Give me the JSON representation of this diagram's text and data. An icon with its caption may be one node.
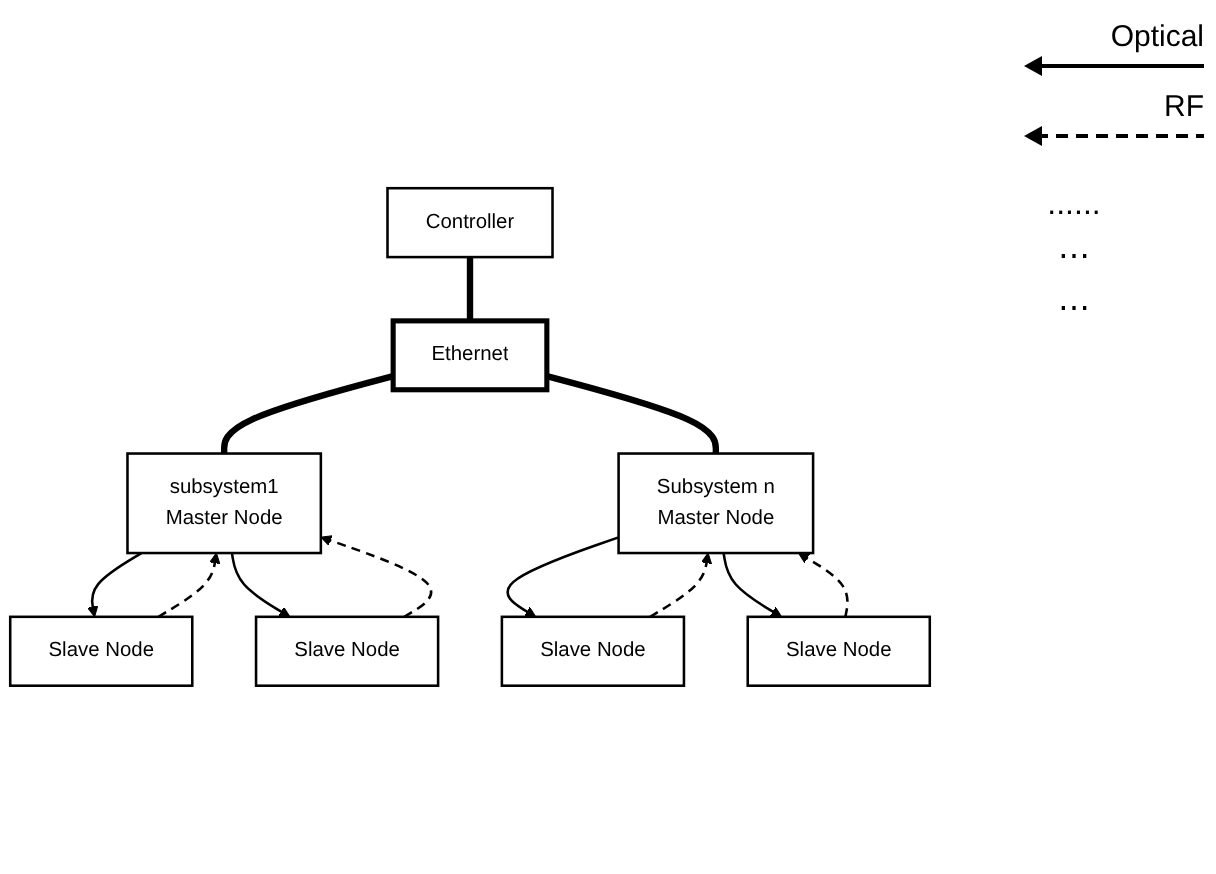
{
  "diagram": {
    "nodes": [
      {
        "text": [
          "Controller"
        ]
      },
      {
        "text": [
          "Ethernet"
        ]
      },
      {
        "text": [
          "subsystem1",
          "Master Node"
        ]
      },
      {
        "text": [
          "Subsystem n",
          "Master Node"
        ]
      },
      {
        "text": [
          "Slave Node"
        ]
      },
      {
        "text": [
          "Slave Node"
        ]
      },
      {
        "text": [
          "Slave Node"
        ]
      },
      {
        "text": [
          "Slave Node"
        ]
      }
    ],
    "edges": [
      {
        "from": 0,
        "to": 1,
        "arrow": "none",
        "style": "thick"
      },
      {
        "from": 1,
        "to": 2,
        "arrow": "none",
        "style": "thick"
      },
      {
        "from": 1,
        "to": 3,
        "arrow": "none",
        "style": "thick"
      },
      {
        "from": 4,
        "to": 2,
        "arrow": "to",
        "style": "dashed"
      },
      {
        "from": 2,
        "to": 4,
        "arrow": "to"
      },
      {
        "from": 5,
        "to": 2,
        "arrow": "to",
        "style": "dashed"
      },
      {
        "from": 2,
        "to": 5,
        "arrow": "to"
      },
      {
        "from": 6,
        "to": 3,
        "arrow": "to",
        "style": "dashed"
      },
      {
        "from": 3,
        "to": 6,
        "arrow": "to"
      },
      {
        "from": 7,
        "to": 3,
        "arrow": "to",
        "style": "dashed"
      },
      {
        "from": 3,
        "to": 7,
        "arrow": "to"
      }
    ],
    "labels": [
      "......",
      "⋯",
      "⋯"
    ],
    "legend": [
      {
        "text": "Optical"
      },
      {
        "text": "RF"
      }
    ]
  }
}
